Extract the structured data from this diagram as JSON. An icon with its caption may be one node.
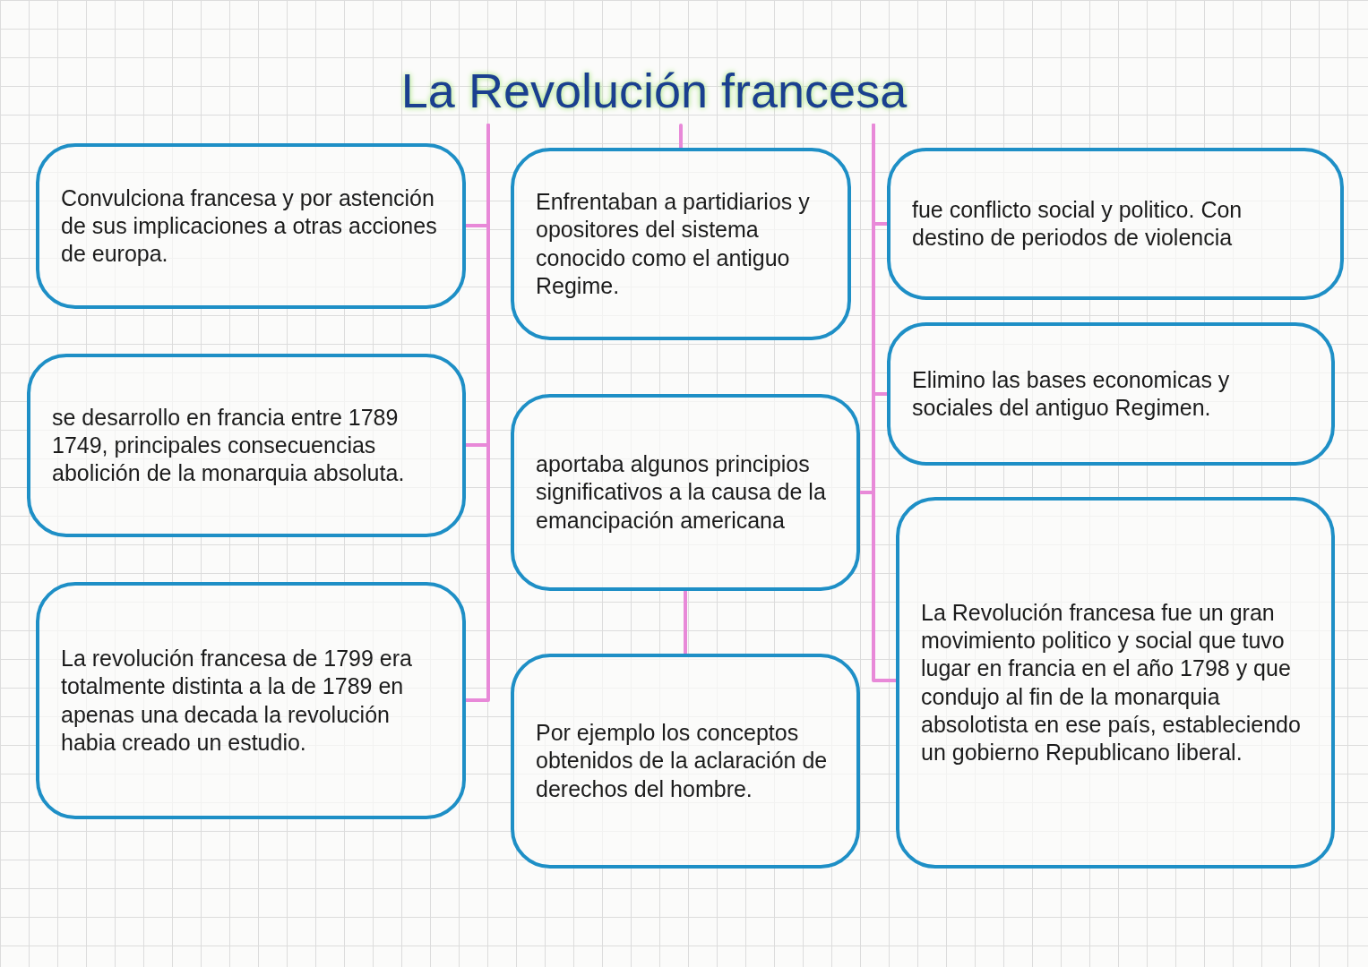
{
  "diagram": {
    "nodes": [
      {
        "text": [
          "La Revolución francesa"
        ]
      },
      {
        "text": [
          "Convulciona francesa y por astención de sus implicaciones a otras acciones de europa."
        ]
      },
      {
        "text": [
          "Enfrentaban a partidiarios y opositores del sistema conocido como el antiguo Regime."
        ]
      },
      {
        "text": [
          "fue conflicto social y politico. Con destino de periodos de violencia"
        ]
      },
      {
        "text": [
          "Elimino las bases economicas y sociales del antiguo Regimen."
        ]
      },
      {
        "text": [
          "se desarrollo en francia entre 1789 1749, principales consecuencias abolición de la monarquia absoluta."
        ]
      },
      {
        "text": [
          "aportaba algunos principios significativos a la causa de la emancipación americana"
        ]
      },
      {
        "text": [
          "La Revolución francesa fue un gran movimiento politico y social que tuvo lugar en francia en el año 1798 y que condujo al fin de la monarquia absolotista en ese país, estableciendo un gobierno Republicano liberal."
        ]
      },
      {
        "text": [
          "La revolución francesa de 1799 era totalmente distinta a la de 1789 en apenas una decada la revolución habia creado un estudio."
        ]
      },
      {
        "text": [
          "Por ejemplo los conceptos obtenidos de la aclaración de derechos del hombre."
        ]
      }
    ],
    "edges": [
      {
        "from": 0,
        "to": 1,
        "arrow": "none"
      },
      {
        "from": 0,
        "to": 2,
        "arrow": "none"
      },
      {
        "from": 0,
        "to": 3,
        "arrow": "none"
      },
      {
        "from": 0,
        "to": 4,
        "arrow": "none"
      },
      {
        "from": 0,
        "to": 5,
        "arrow": "none"
      },
      {
        "from": 0,
        "to": 6,
        "arrow": "none"
      },
      {
        "from": 0,
        "to": 7,
        "arrow": "none"
      },
      {
        "from": 0,
        "to": 8,
        "arrow": "none"
      },
      {
        "from": 6,
        "to": 9,
        "arrow": "none"
      }
    ]
  }
}
